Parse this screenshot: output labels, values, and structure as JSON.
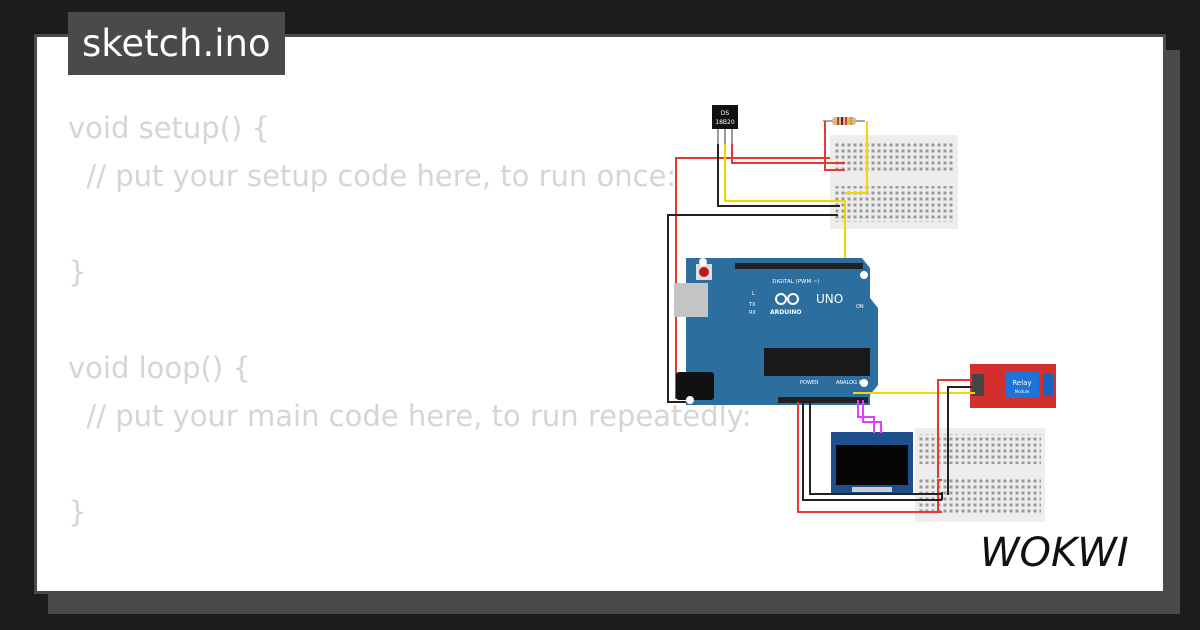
{
  "file_tab": {
    "filename": "sketch.ino"
  },
  "code_lines": [
    "void setup() {",
    "  // put your setup code here, to run once:",
    "",
    "}",
    "",
    "void loop() {",
    "  // put your main code here, to run repeatedly:",
    "",
    "}"
  ],
  "circuit": {
    "sensor": {
      "line1": "DS",
      "line2": "18B20"
    },
    "board": {
      "model": "UNO",
      "brand": "ARDUINO",
      "digital_label": "DIGITAL (PWM ~)",
      "power_label": "POWER",
      "analog_label": "ANALOG IN",
      "on_label": "ON",
      "l_label": "L",
      "tx_label": "TX",
      "rx_label": "RX"
    },
    "relay": {
      "label": "Relay",
      "sublabel": "Module"
    }
  },
  "brand": {
    "logo_text": "WOKWI"
  },
  "colors": {
    "background": "#1c1c1c",
    "frame": "#4a4a4a",
    "card": "#ffffff",
    "code_text": "#d5d5d5",
    "wire_red": "#e53935",
    "wire_black": "#222222",
    "wire_yellow": "#f2d600",
    "wire_magenta": "#e040fb",
    "arduino_blue": "#2c6e9e",
    "relay_red": "#d32f2f"
  }
}
